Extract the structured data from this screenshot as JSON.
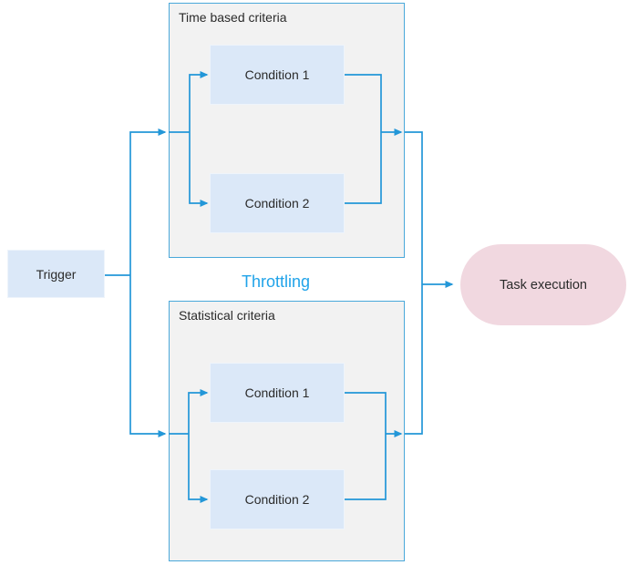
{
  "diagram": {
    "trigger": {
      "label": "Trigger"
    },
    "throttling_label": "Throttling",
    "groups": [
      {
        "title": "Time based criteria",
        "conditions": [
          "Condition 1",
          "Condition 2"
        ]
      },
      {
        "title": "Statistical criteria",
        "conditions": [
          "Condition 1",
          "Condition 2"
        ]
      }
    ],
    "task": {
      "label": "Task execution"
    },
    "colors": {
      "connector": "#2397d8",
      "container_border": "#49a8da",
      "container_fill": "#f2f2f2",
      "node_fill": "#dbe8f8",
      "node_border": "#eef4fb",
      "task_fill": "#f1d8e0",
      "text": "#2b2b2b",
      "throttling_text": "#20a3e9",
      "background": "#ffffff"
    }
  }
}
